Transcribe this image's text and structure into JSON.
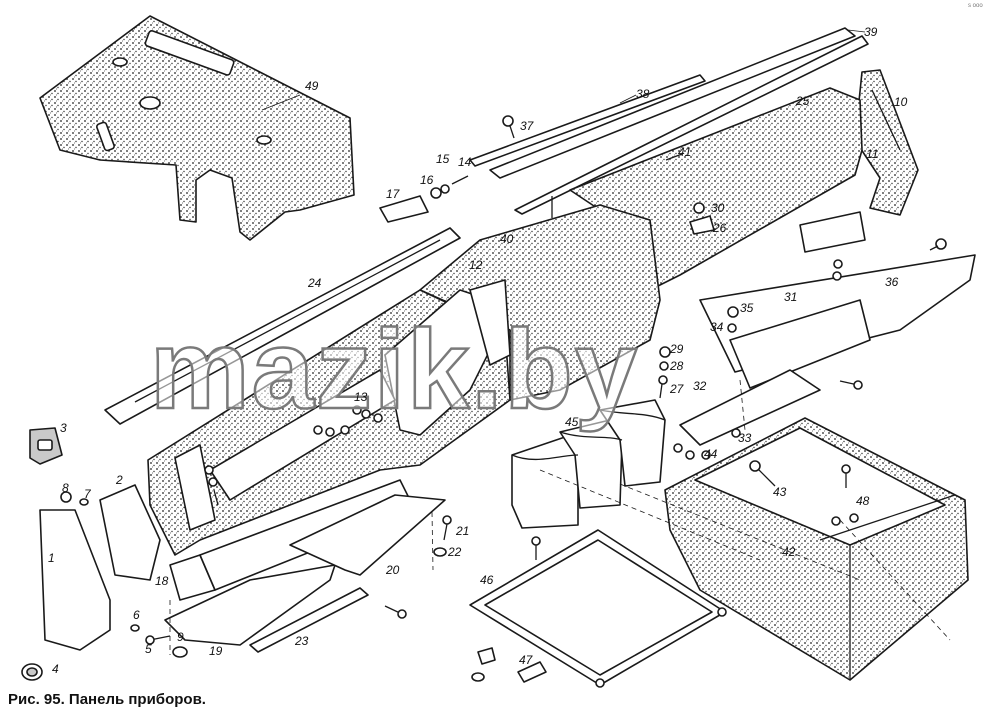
{
  "caption": "Рис. 95. Панель приборов.",
  "watermark": "mazik.by",
  "corner_mark": "s ooo",
  "colors": {
    "ink": "#1a1a1a",
    "shade": "#c9c9c9",
    "paper": "#ffffff"
  },
  "labels": [
    "1",
    "2",
    "3",
    "4",
    "5",
    "6",
    "7",
    "8",
    "9",
    "10",
    "11",
    "12",
    "13",
    "14",
    "15",
    "16",
    "17",
    "18",
    "19",
    "20",
    "21",
    "22",
    "23",
    "24",
    "25",
    "26",
    "27",
    "28",
    "29",
    "30",
    "31",
    "32",
    "33",
    "34",
    "35",
    "36",
    "37",
    "38",
    "39",
    "40",
    "41",
    "42",
    "43",
    "44",
    "45",
    "46",
    "47",
    "48",
    "49"
  ]
}
